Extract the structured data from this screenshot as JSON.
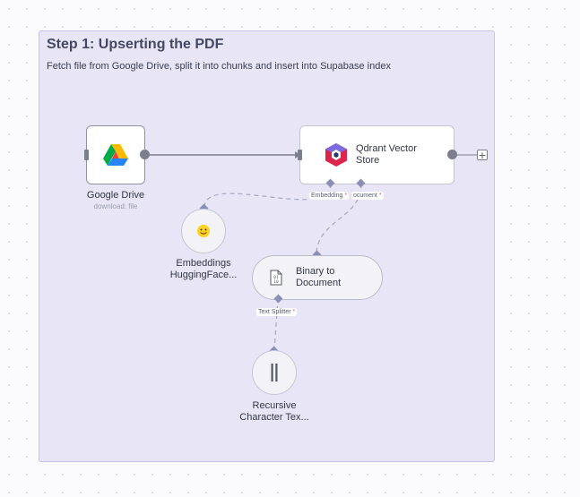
{
  "sticky": {
    "title": "Step 1: Upserting the PDF",
    "description": "Fetch file from Google Drive, split it into chunks and insert into Supabase index"
  },
  "nodes": {
    "google_drive": {
      "label": "Google Drive",
      "subtitle": "download: file"
    },
    "qdrant": {
      "label_line1": "Qdrant Vector",
      "label_line2": "Store"
    },
    "embeddings": {
      "label_line1": "Embeddings",
      "label_line2": "HuggingFace..."
    },
    "binary_doc": {
      "label_line1": "Binary to",
      "label_line2": "Document"
    },
    "text_splitter": {
      "label_line1": "Recursive",
      "label_line2": "Character Tex..."
    }
  },
  "ports": {
    "embedding": "Embedding",
    "document": "ocument",
    "text_splitter": "Text Splitter",
    "required_mark": "*"
  },
  "icons": {
    "google_drive": "google-drive-icon",
    "qdrant": "qdrant-icon",
    "embeddings": "huggingface-icon",
    "binary_doc": "binary-file-icon",
    "text_splitter": "text-splitter-icon",
    "add": "plus-icon"
  },
  "add_symbol": "+",
  "colors": {
    "sticky_bg": "#e8e5f7",
    "wire": "#7b7e8d",
    "ai_wire": "#a9acc4",
    "required": "#e35b78"
  }
}
